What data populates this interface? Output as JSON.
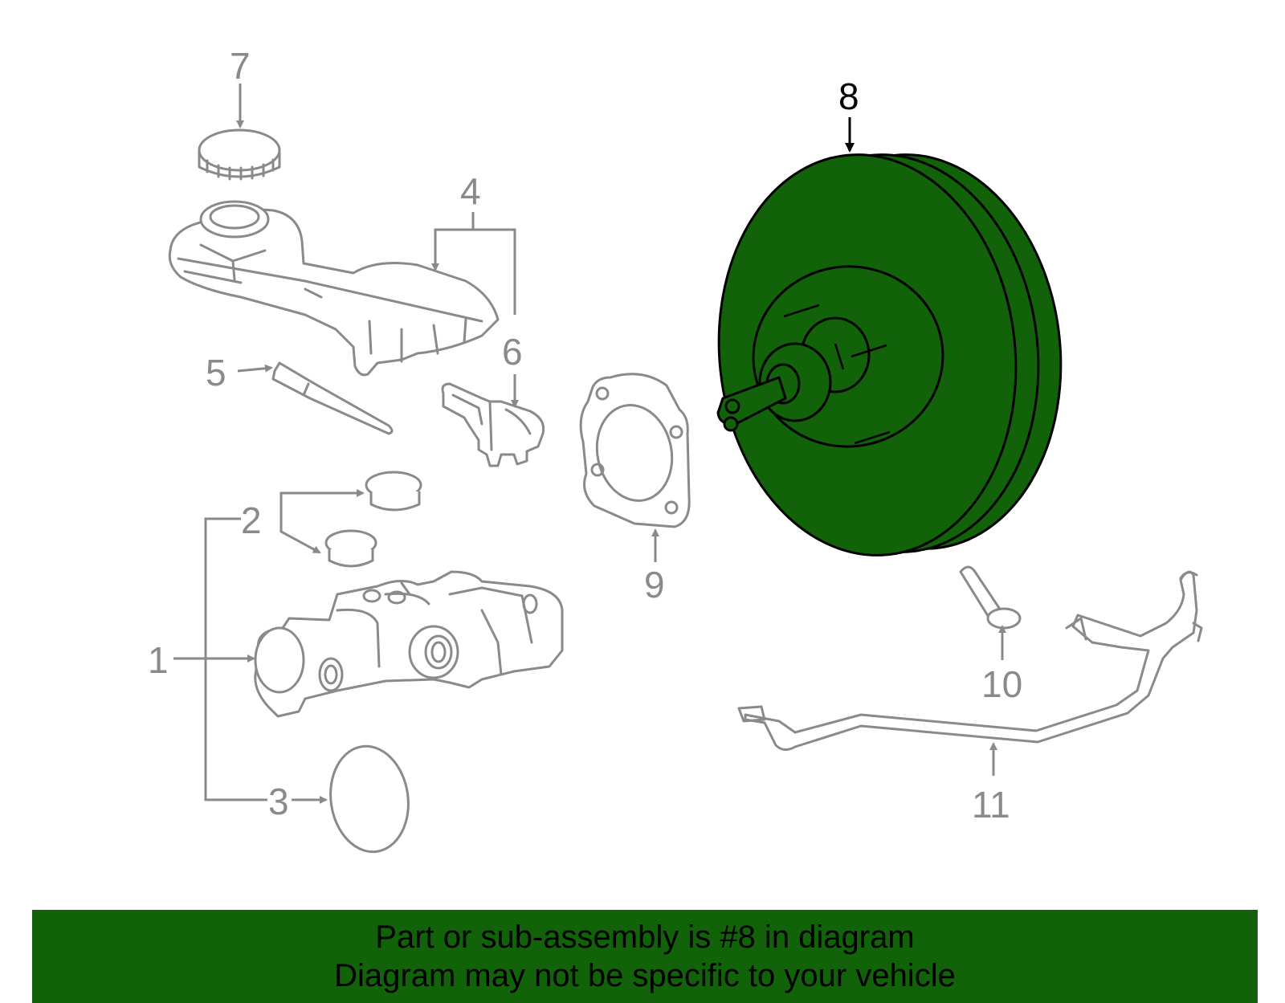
{
  "diagram": {
    "callouts": [
      "1",
      "2",
      "3",
      "4",
      "5",
      "6",
      "7",
      "8",
      "9",
      "10",
      "11"
    ],
    "selected_callout": "8",
    "selected_color": "#12620a"
  },
  "banner": {
    "line1": "Part or sub-assembly is #8 in diagram",
    "line2": "Diagram may not be specific to your vehicle",
    "background": "#12620a"
  }
}
